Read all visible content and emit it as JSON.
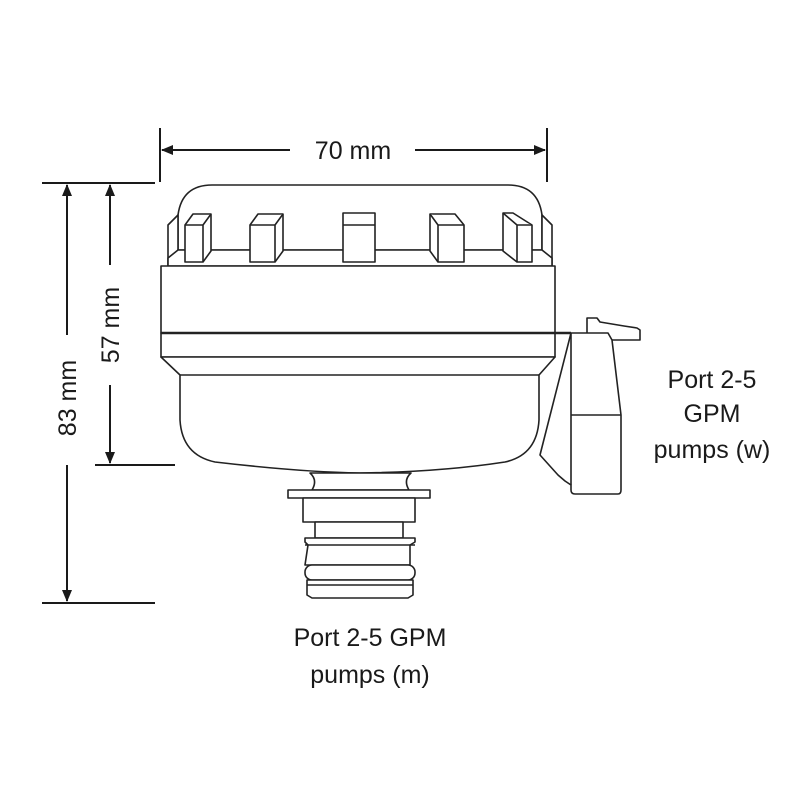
{
  "dimensions": {
    "width": "70 mm",
    "total_height": "83 mm",
    "body_height": "57 mm"
  },
  "labels": {
    "side_port": [
      "Port 2-5",
      "GPM",
      "pumps (w)"
    ],
    "bottom_port": [
      "Port 2-5 GPM",
      "pumps (m)"
    ]
  },
  "colors": {
    "line": "#1a1a1a",
    "background": "#ffffff"
  }
}
